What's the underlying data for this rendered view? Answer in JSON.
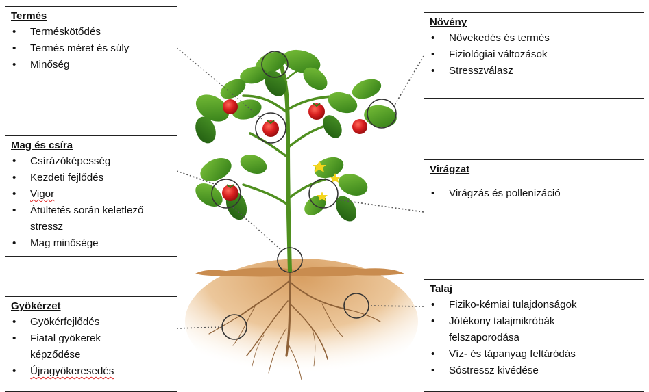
{
  "colors": {
    "soil_top": "#d9a56a",
    "soil_bottom": "#fbf1e3",
    "stem": "#4f8f1f",
    "leaf": "#4e9a24",
    "leaf_dark": "#2f6e17",
    "tomato": "#d81f1f",
    "flower": "#f4d51c",
    "root": "#9a6b3c",
    "connector": "#555555"
  },
  "boxes": {
    "termes": {
      "title": "Termés",
      "items": [
        "Terméskötődés",
        "Termés méret és súly",
        "Minőség"
      ]
    },
    "noveny": {
      "title": "Növény",
      "items": [
        "Növekedés és termés",
        "Fiziológiai változások",
        "Stresszválasz"
      ]
    },
    "mag": {
      "title": "Mag és csíra",
      "items": [
        "Csírázóképesség",
        "Kezdeti fejlődés",
        "Vigor",
        "Átültetés során keletlező",
        "stressz",
        "Mag minősége"
      ]
    },
    "viragzat": {
      "title": "Virágzat",
      "items": [
        "Virágzás és pollenizáció"
      ]
    },
    "gyokerzet": {
      "title": "Gyökérzet",
      "items": [
        "Gyökérfejlődés",
        "Fiatal gyökerek",
        "képződése",
        "Újragyökeresedés"
      ]
    },
    "talaj": {
      "title": "Talaj",
      "items": [
        "Fiziko-kémiai tulajdonságok",
        "Jótékony talajmikróbák",
        "felszaporodása",
        "Víz- és tápanyag feltáródás",
        "Sóstressz kivédése"
      ]
    }
  }
}
